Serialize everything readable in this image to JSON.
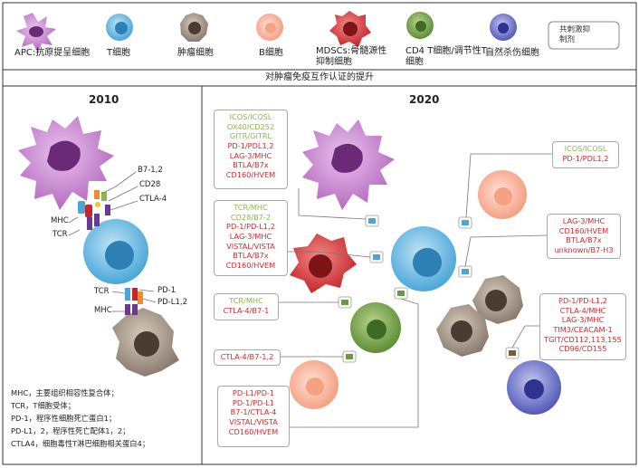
{
  "legend": {
    "apc": "APC:抗原提呈细胞",
    "tcell": "T细胞",
    "tumor": "肿瘤细胞",
    "bcell": "B细胞",
    "mdsc": "MDSCs:骨髓源性抑制细胞",
    "cd4": "CD4 T细胞/调节性T细胞",
    "nk": "自然杀伤细胞",
    "costim": "共刺激抑制剂"
  },
  "banner": "对肿瘤免疫互作认证的提升",
  "panel2010": {
    "year": "2010",
    "labels": {
      "b7": "B7-1,2",
      "cd28": "CD28",
      "ctla4": "CTLA-4",
      "mhc_top": "MHC",
      "tcr_top": "TCR",
      "tcr_bottom": "TCR",
      "pd1": "PD-1",
      "pdl": "PD-L1,2",
      "mhc_bottom": "MHC"
    },
    "notes": [
      "MHC，主要组织相容性复合体；",
      "TCR，T细胞受体；",
      "PD-1，程序性细胞死亡蛋白1；",
      "PD-L1，2，程序性死亡配体1，2；",
      "CTLA4，细胞毒性T淋巴细胞相关蛋白4；"
    ]
  },
  "panel2020": {
    "year": "2020",
    "box_apc": {
      "green": [
        "ICOS/ICOSL",
        "OX40/CD252",
        "GITR/GITRL"
      ],
      "red": [
        "PD-1/PDL1,2",
        "LAG-3/MHC",
        "BTLA/B7x",
        "CD160/HVEM"
      ]
    },
    "box_mdsc": {
      "green": [
        "TCR/MHC",
        "CD28/B7-2"
      ],
      "red": [
        "PD-1/PD-L1,2",
        "LAG-3/MHC",
        "VISTAL/VISTA",
        "BTLA/B7x",
        "CD160/HVEM"
      ]
    },
    "box_cd4": {
      "green": [
        "TCR/MHC"
      ],
      "red": [
        "CTLA-4/B7-1"
      ]
    },
    "box_bcell_top": {
      "green": [
        "ICOS/ICOSL"
      ],
      "red": [
        "PD-1/PDL1,2"
      ]
    },
    "box_tumor": {
      "red": [
        "LAG-3/MHC",
        "CD160/HVEM",
        "BTLA/B7x",
        "unknown/B7-H3"
      ]
    },
    "box_nk": {
      "red": [
        "PD-1/PD-L1,2",
        "CTLA-4/MHC",
        "LAG-3/MHC",
        "TIM3/CEACAM-1",
        "TGIT/CD112,113,155",
        "CD96/CD155"
      ]
    },
    "box_ctla4": {
      "red": [
        "CTLA-4/B7-1,2"
      ]
    },
    "box_bottom": {
      "red": [
        "PD-L1/PD-1",
        "PD-1/PD-L1",
        "B7-1/CTLA-4",
        "VISTAL/VISTA",
        "CD160/HVEM"
      ]
    }
  },
  "colors": {
    "apc": "#c06ac8",
    "tcell": "#5fb3dd",
    "tumor": "#8a7b6e",
    "bcell": "#f7a488",
    "mdsc": "#d9363a",
    "cd4": "#6e9a3f",
    "nk": "#6066c0",
    "green_text": "#8bb84a",
    "red_text": "#d9272d"
  }
}
